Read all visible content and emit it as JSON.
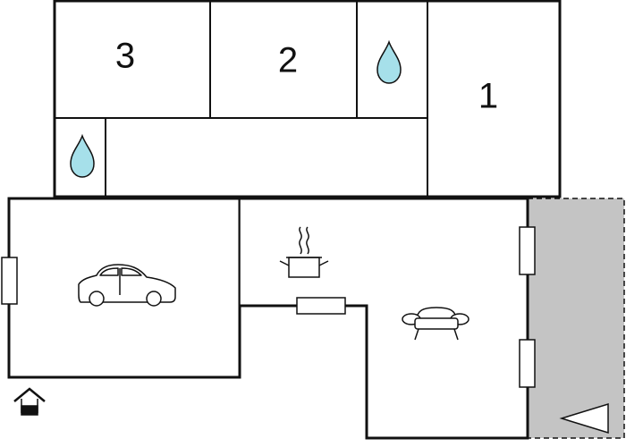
{
  "floorplan": {
    "rooms": [
      {
        "id": "bedroom-3",
        "label": "3"
      },
      {
        "id": "bedroom-2",
        "label": "2"
      },
      {
        "id": "bedroom-1",
        "label": "1"
      }
    ],
    "icons": [
      {
        "name": "bathroom-drop-icon",
        "meaning": "bathroom"
      },
      {
        "name": "toilet-drop-icon",
        "meaning": "bathroom"
      },
      {
        "name": "car-icon",
        "meaning": "garage"
      },
      {
        "name": "cooking-pot-icon",
        "meaning": "kitchen"
      },
      {
        "name": "armchair-icon",
        "meaning": "living room"
      },
      {
        "name": "entrance-house-icon",
        "meaning": "entrance"
      },
      {
        "name": "terrace-triangle-icon",
        "meaning": "terrace"
      }
    ],
    "colors": {
      "wall": "#111111",
      "water": "#a6e0ea",
      "terrace": "#c4c4c4",
      "window_fill": "#ffffff"
    }
  }
}
